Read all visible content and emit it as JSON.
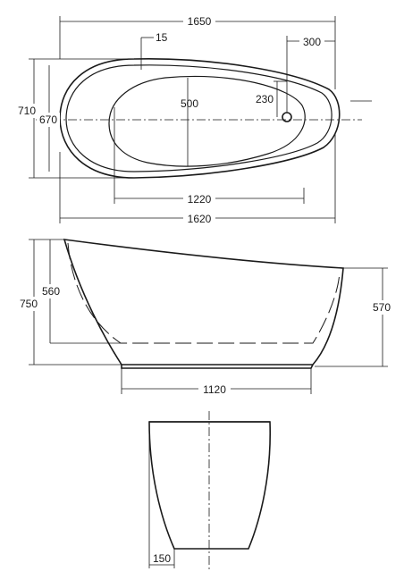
{
  "dimensions": {
    "top_overall_length": "1650",
    "top_rim_offset": "15",
    "top_drain_offset": "300",
    "top_overall_width": "710",
    "top_inner_width": "670",
    "top_basin_width": "500",
    "top_drain_position": "230",
    "top_basin_length": "1220",
    "top_inner_length": "1620",
    "side_height_total": "750",
    "side_height_inner": "560",
    "side_height_foot_end": "570",
    "side_base_length": "1120",
    "end_base_offset": "150"
  }
}
